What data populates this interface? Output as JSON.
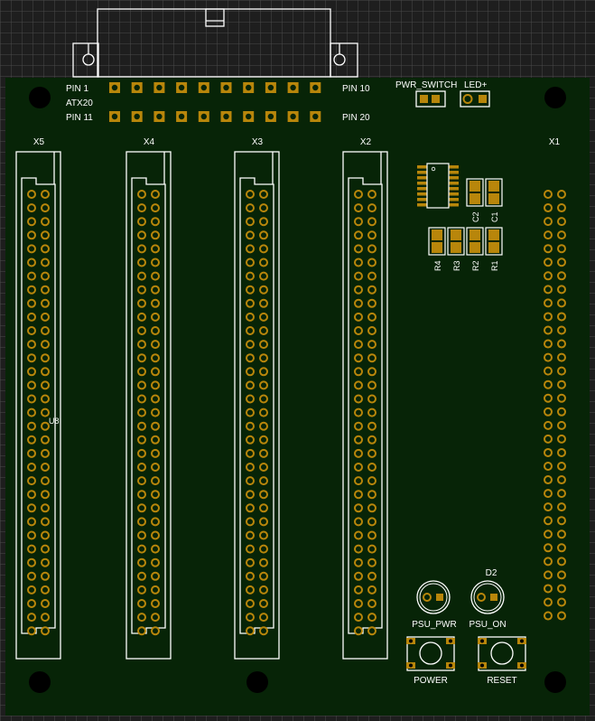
{
  "board": {
    "colors": {
      "background_grid": "#1e1e1e",
      "grid_line": "#4a4a4a",
      "pcb": "#072407",
      "silkscreen": "#ffffff",
      "copper": "#b8860b",
      "hole": "#000000"
    }
  },
  "atx": {
    "label_pin1": "PIN 1",
    "label_name": "ATX20",
    "label_pin11": "PIN 11",
    "label_pin10": "PIN 10",
    "label_pin20": "PIN 20",
    "pins_per_row": 10
  },
  "headers": {
    "pwr_switch": "PWR_SWITCH",
    "led_plus": "LED+"
  },
  "slots": [
    {
      "label": "X5"
    },
    {
      "label": "X4"
    },
    {
      "label": "X3"
    },
    {
      "label": "X2"
    }
  ],
  "slot_pins_per_column": 33,
  "slot_marker": "U8",
  "x1": {
    "label": "X1",
    "pins_per_column": 32
  },
  "components": {
    "capacitors": [
      "C2",
      "C1"
    ],
    "resistors": [
      "R4",
      "R3",
      "R2",
      "R1"
    ]
  },
  "leds": {
    "psu_pwr": "PSU_PWR",
    "psu_on": "PSU_ON",
    "d2": "D2"
  },
  "buttons": {
    "power": "POWER",
    "reset": "RESET"
  }
}
